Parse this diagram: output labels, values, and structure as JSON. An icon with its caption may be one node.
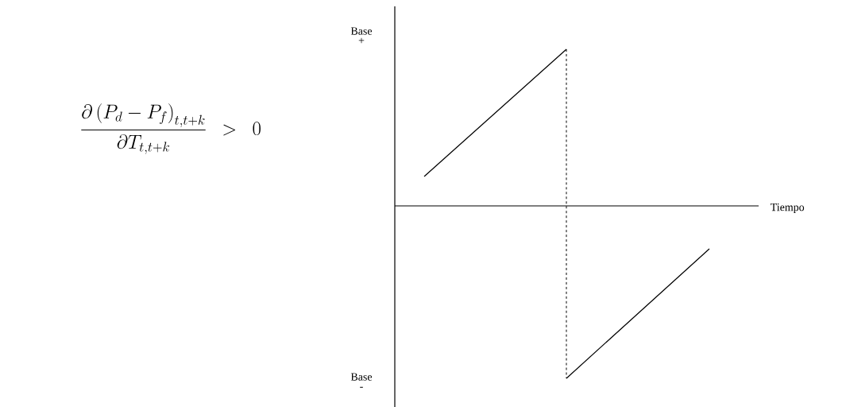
{
  "diagram": {
    "labels": [
      "\\frac{\\partial\\left(P_d - P_f\\right)_{t,t+k}}{\\partial T_{t,t+k}} > 0",
      "Base +",
      "Base -",
      "Tiempo"
    ]
  }
}
